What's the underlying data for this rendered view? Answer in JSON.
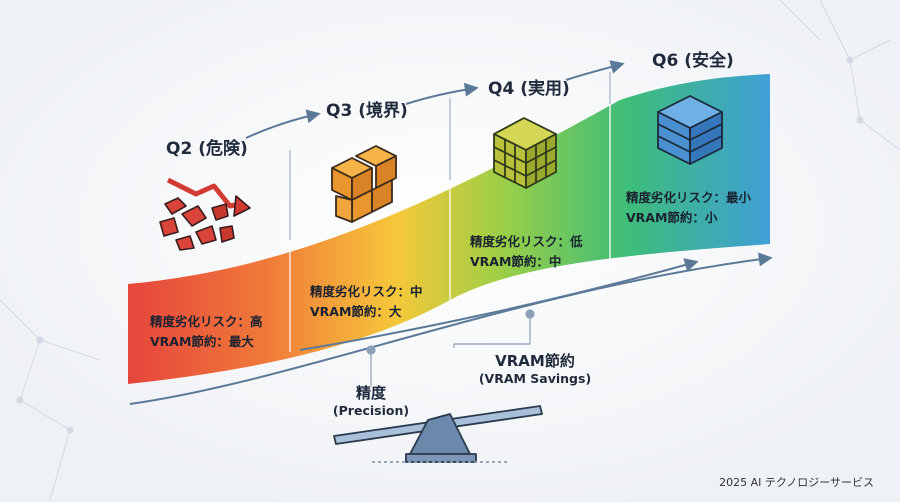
{
  "stages": [
    {
      "id": "q2",
      "title": "Q2 (危険)",
      "risk": "精度劣化リスク：高",
      "vram": "VRAM節約：最大",
      "icon": "broken-cubes-icon"
    },
    {
      "id": "q3",
      "title": "Q3 (境界)",
      "risk": "精度劣化リスク：中",
      "vram": "VRAM節約：大",
      "icon": "orange-cube-stack-icon"
    },
    {
      "id": "q4",
      "title": "Q4 (実用)",
      "risk": "精度劣化リスク：低",
      "vram": "VRAM節約：中",
      "icon": "green-cube-stack-icon"
    },
    {
      "id": "q6",
      "title": "Q6 (安全)",
      "risk": "精度劣化リスク：最小",
      "vram": "VRAM節約：小",
      "icon": "blue-cube-block-icon"
    }
  ],
  "precision": {
    "label": "精度",
    "sub": "(Precision)"
  },
  "vram_savings": {
    "label": "VRAM節約",
    "sub": "(VRAM Savings)"
  },
  "footer": "2025 AI テクノロジーサービス",
  "colors": {
    "gradient": [
      "#e6453c",
      "#f08b3a",
      "#f6d13a",
      "#84c64a",
      "#3ebd7a",
      "#3f9fd6"
    ],
    "arrow": "#5b7a99",
    "text": "#1f2a3c"
  }
}
